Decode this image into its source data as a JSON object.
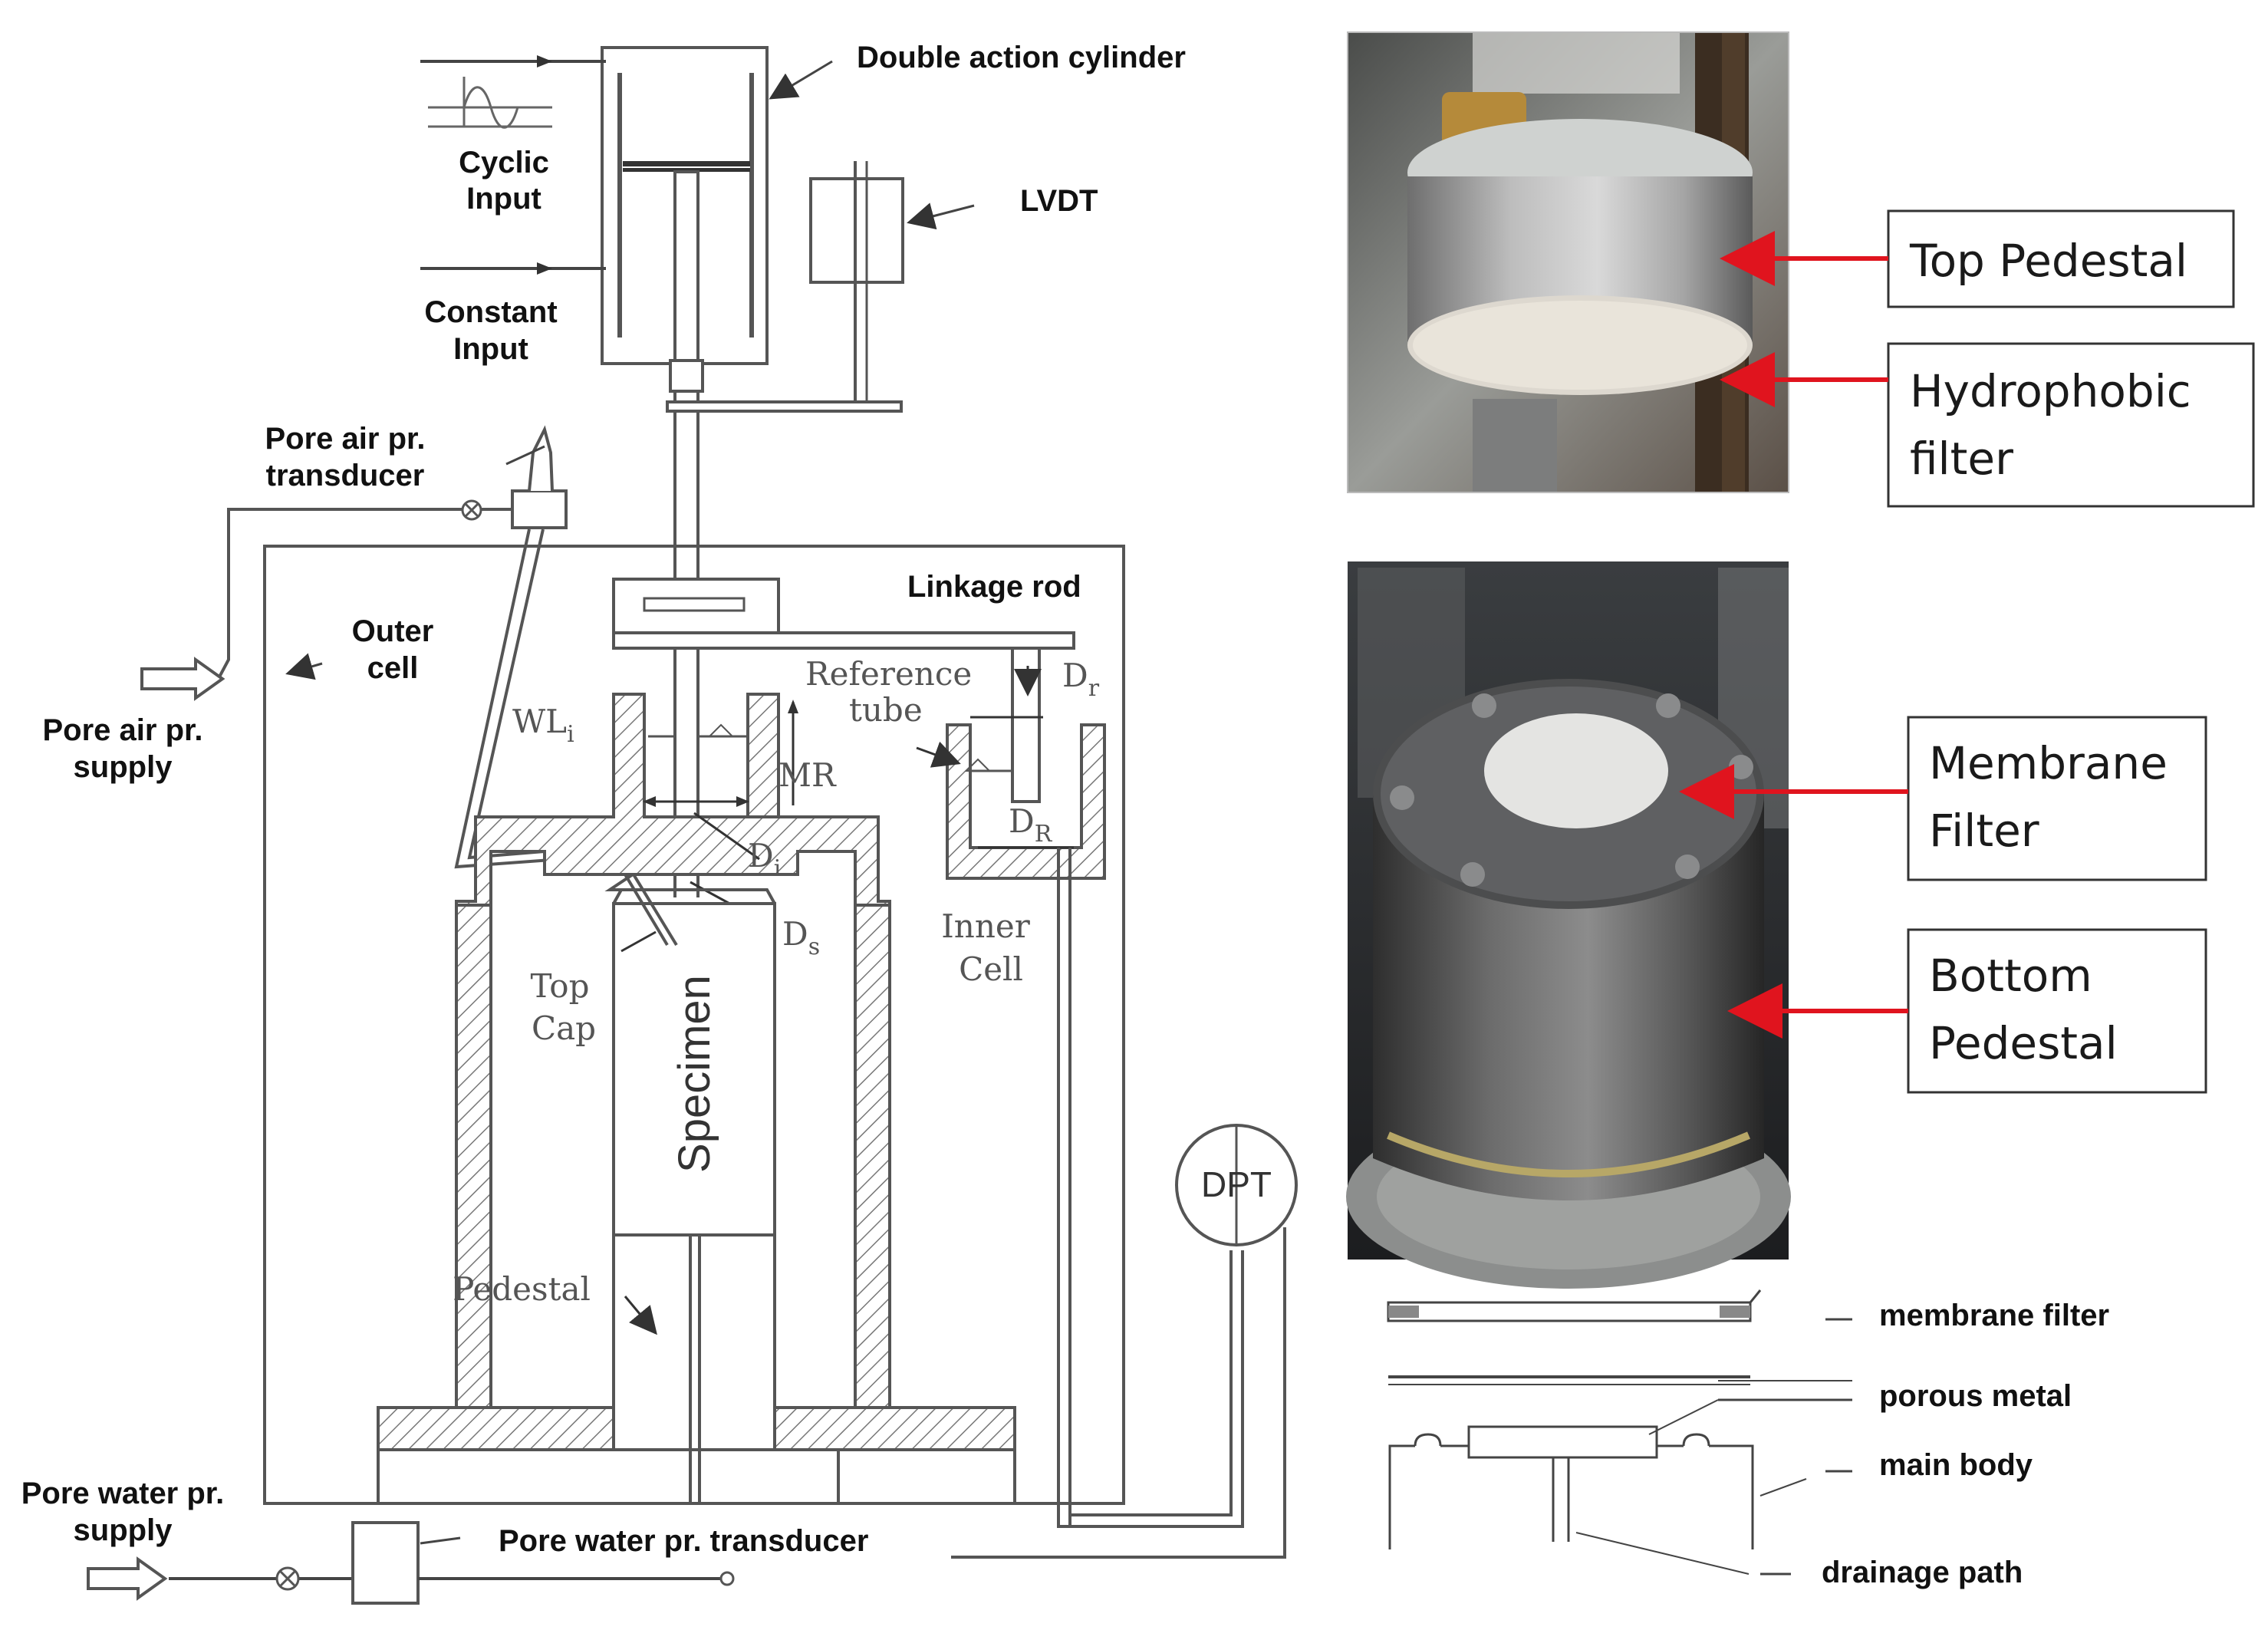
{
  "diagram": {
    "labels": {
      "double_action_cylinder": "Double action cylinder",
      "cyclic_input_1": "Cyclic",
      "cyclic_input_2": "Input",
      "constant_input_1": "Constant",
      "constant_input_2": "Input",
      "lvdt": "LVDT",
      "pore_air_transducer_1": "Pore air pr.",
      "pore_air_transducer_2": "transducer",
      "outer_cell_1": "Outer",
      "outer_cell_2": "cell",
      "pore_air_supply_1": "Pore air pr.",
      "pore_air_supply_2": "supply",
      "linkage_rod": "Linkage rod",
      "reference_tube_1": "Reference",
      "reference_tube_2": "tube",
      "wl": "WL",
      "wl_sub": "i",
      "mr": "MR",
      "dr": "D",
      "dr_sub": "r",
      "di": "D",
      "di_sub": "i",
      "ds": "D",
      "ds_sub": "s",
      "dr2": "D",
      "dr2_sub": "R",
      "top_cap_1": "Top",
      "top_cap_2": "Cap",
      "specimen": "Specimen",
      "inner_cell_1": "Inner",
      "inner_cell_2": "Cell",
      "pedestal": "Pedestal",
      "dpt": "DPT",
      "pore_water_supply_1": "Pore water pr.",
      "pore_water_supply_2": "supply",
      "pore_water_transducer": "Pore water pr. transducer"
    },
    "photo_callouts": {
      "top_pedestal": "Top Pedestal",
      "hydrophobic_filter_1": "Hydrophobic",
      "hydrophobic_filter_2": "filter",
      "membrane_filter_1": "Membrane",
      "membrane_filter_2": "Filter",
      "bottom_pedestal_1": "Bottom",
      "bottom_pedestal_2": "Pedestal"
    },
    "cross_section": {
      "membrane_filter": "membrane filter",
      "porous_metal": "porous metal",
      "main_body": "main body",
      "drainage_path": "drainage path"
    },
    "colors": {
      "callout_arrow": "#e0141e",
      "line": "#444444"
    }
  }
}
